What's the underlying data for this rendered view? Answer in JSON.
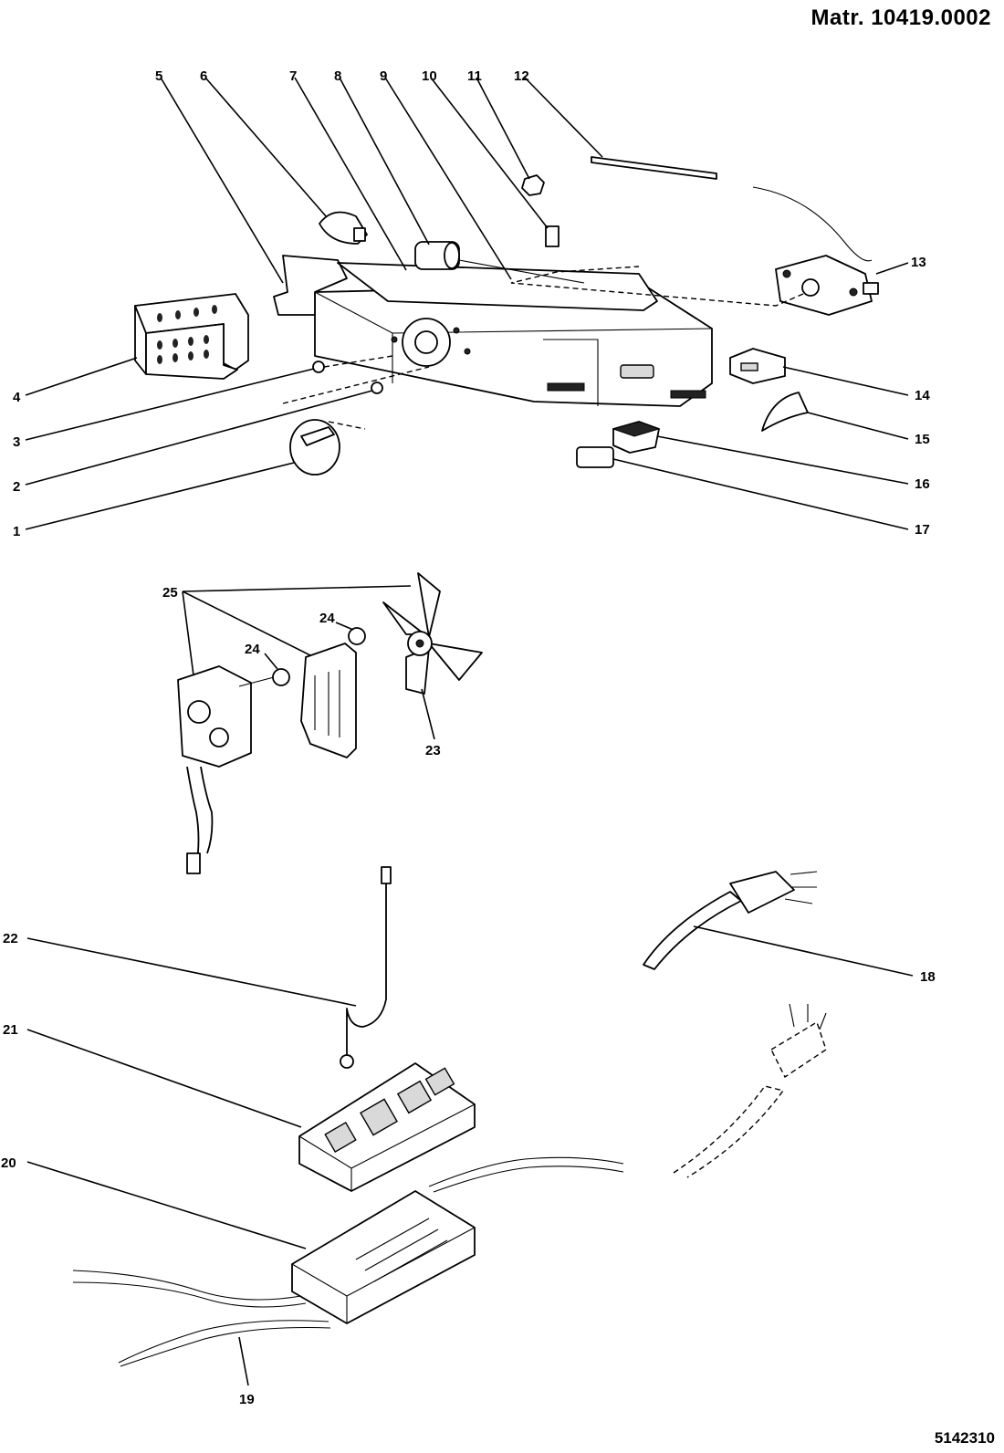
{
  "header": {
    "code": "Matr. 10419.0002"
  },
  "footer": {
    "code": "5142310"
  },
  "labels": [
    "1",
    "2",
    "3",
    "4",
    "5",
    "6",
    "7",
    "8",
    "9",
    "10",
    "11",
    "12",
    "13",
    "14",
    "15",
    "16",
    "17",
    "18",
    "19",
    "20",
    "21",
    "22",
    "23",
    "24",
    "25"
  ]
}
